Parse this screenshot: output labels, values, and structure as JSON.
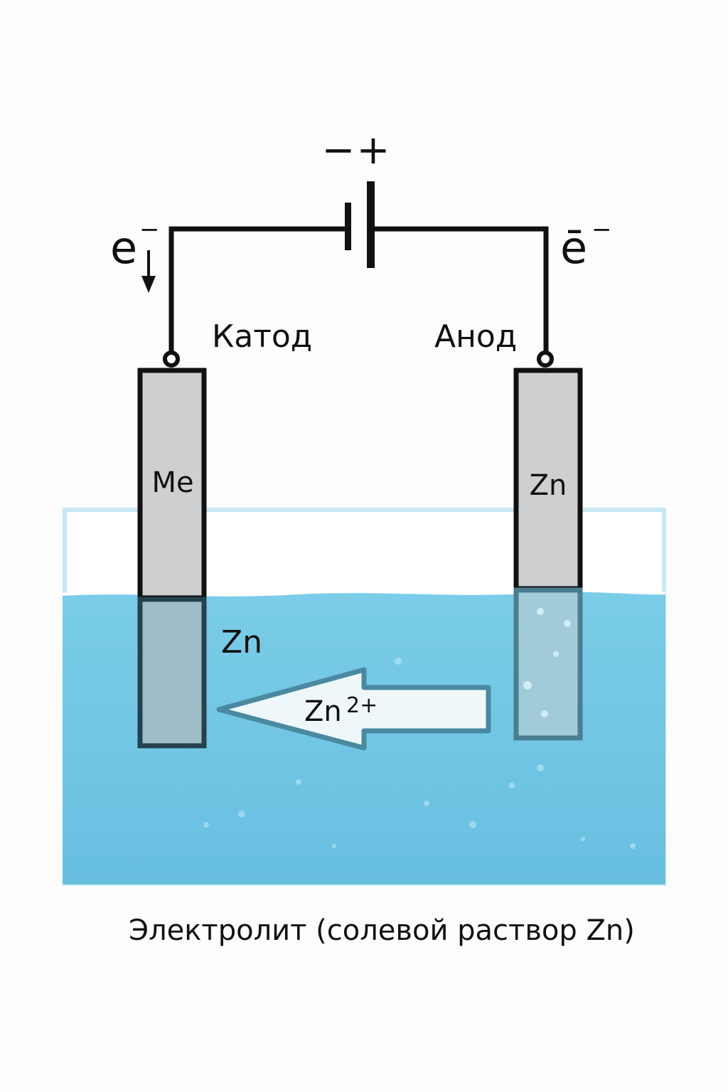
{
  "battery": {
    "polarity_minus": "−",
    "polarity_plus": "+"
  },
  "electron_left": {
    "symbol": "e",
    "charge": "−"
  },
  "electron_right": {
    "symbol": "ē",
    "charge": "−"
  },
  "labels": {
    "cathode": "Катод",
    "anode": "Анод",
    "cathode_metal": "Me",
    "anode_metal": "Zn",
    "deposit": "Zn",
    "ion": "Zn",
    "ion_charge": "2+",
    "electrolyte": "Электролит (солевой раствор Zn)"
  },
  "colors": {
    "water": "#6fc6e4",
    "tank_edge": "#c9e8f3",
    "electrode": "#cdcfd0",
    "arrow_fill": "#eef8fb",
    "arrow_edge": "#4a8aa0"
  }
}
